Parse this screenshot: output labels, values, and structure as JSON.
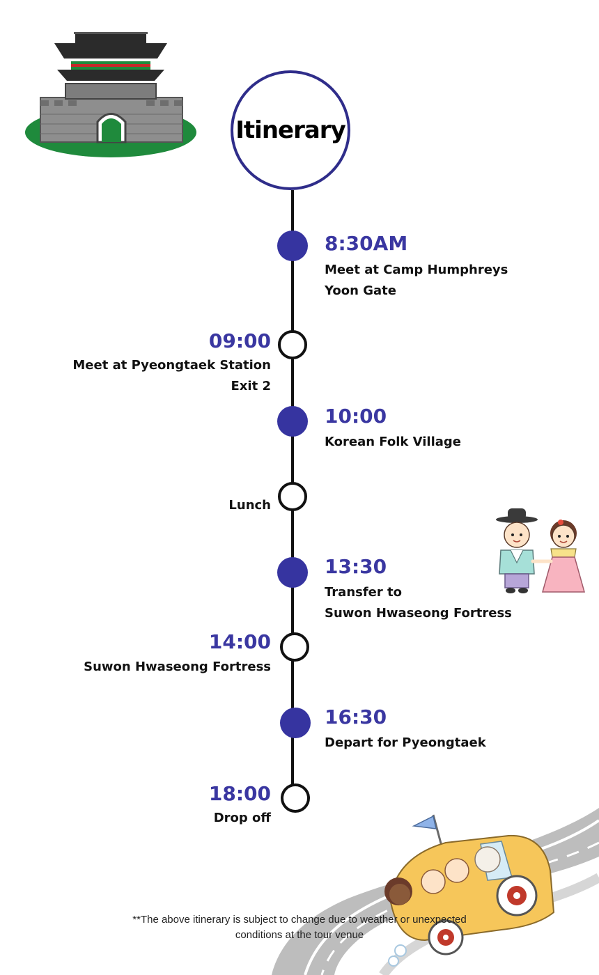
{
  "title": "Itinerary",
  "events": [
    {
      "time": "8:30AM",
      "lines": [
        "Meet at Camp Humphreys",
        "Yoon Gate"
      ]
    },
    {
      "time": "09:00",
      "lines": [
        "Meet at Pyeongtaek Station",
        "Exit 2"
      ]
    },
    {
      "time": "10:00",
      "lines": [
        "Korean Folk Village"
      ]
    },
    {
      "time": "",
      "lines": [
        "Lunch"
      ]
    },
    {
      "time": "13:30",
      "lines": [
        "Transfer to",
        "Suwon Hwaseong Fortress"
      ]
    },
    {
      "time": "14:00",
      "lines": [
        "Suwon Hwaseong Fortress"
      ]
    },
    {
      "time": "16:30",
      "lines": [
        "Depart for Pyeongtaek"
      ]
    },
    {
      "time": "18:00",
      "lines": [
        "Drop off"
      ]
    }
  ],
  "note": {
    "line1": "**The above itinerary is subject to change due to weather or unexpected",
    "line2": "conditions at the tour venue"
  },
  "colors": {
    "accent": "#3634a0",
    "line": "#111111",
    "road": "#bdbdbd"
  },
  "icons": [
    "korean-gate-illustration",
    "hanbok-children-illustration",
    "car-road-illustration"
  ]
}
